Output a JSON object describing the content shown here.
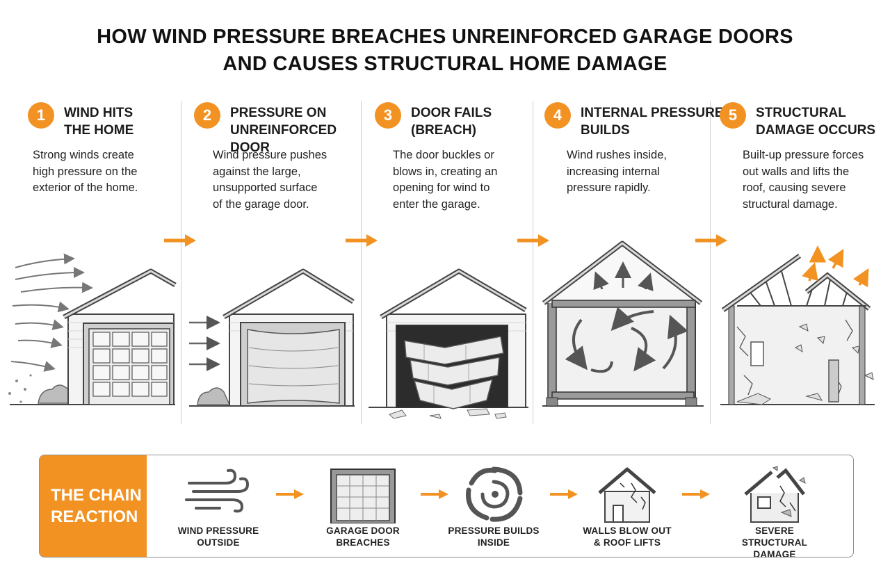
{
  "title": {
    "line1": "HOW WIND PRESSURE BREACHES UNREINFORCED GARAGE DOORS",
    "line2": "AND CAUSES STRUCTURAL HOME DAMAGE"
  },
  "accent_color": "#f29222",
  "steps": [
    {
      "number": "1",
      "title": "WIND HITS\nTHE HOME",
      "desc": "Strong winds create\nhigh pressure on the\nexterior of the home."
    },
    {
      "number": "2",
      "title": "PRESSURE ON\nUNREINFORCED DOOR",
      "desc": "Wind pressure pushes\nagainst the large,\nunsupported surface\nof the garage door."
    },
    {
      "number": "3",
      "title": "DOOR FAILS\n(BREACH)",
      "desc": "The door buckles or\nblows in, creating an\nopening for wind to\nenter the garage."
    },
    {
      "number": "4",
      "title": "INTERNAL PRESSURE\nBUILDS",
      "desc": "Wind rushes inside,\nincreasing internal\npressure rapidly."
    },
    {
      "number": "5",
      "title": "STRUCTURAL\nDAMAGE OCCURS",
      "desc": "Built-up pressure forces\nout walls and lifts the\nroof, causing severe\nstructural damage."
    }
  ],
  "chain": {
    "label": "THE CHAIN\nREACTION",
    "items": [
      {
        "text": "WIND PRESSURE\nOUTSIDE",
        "icon": "wind-gust-icon"
      },
      {
        "text": "GARAGE DOOR\nBREACHES",
        "icon": "garage-door-icon"
      },
      {
        "text": "PRESSURE BUILDS\nINSIDE",
        "icon": "swirl-vortex-icon"
      },
      {
        "text": "WALLS BLOW OUT\n& ROOF LIFTS",
        "icon": "cracked-house-icon"
      },
      {
        "text": "SEVERE STRUCTURAL\nDAMAGE",
        "icon": "destroyed-house-icon"
      }
    ]
  }
}
